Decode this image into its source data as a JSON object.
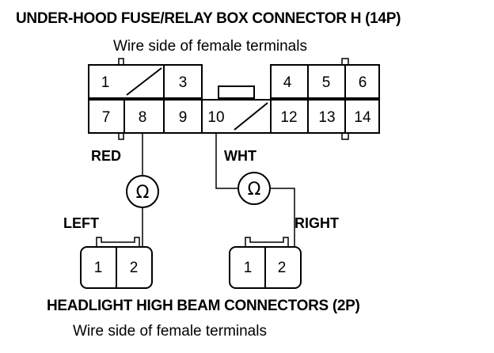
{
  "header": {
    "title": "UNDER-HOOD FUSE/RELAY BOX CONNECTOR H (14P)",
    "subtitle": "Wire side of female terminals"
  },
  "connector_h": {
    "top_row": [
      "1",
      "3",
      "4",
      "5",
      "6"
    ],
    "bottom_row": [
      "7",
      "8",
      "9",
      "10",
      "12",
      "13",
      "14"
    ]
  },
  "wires": {
    "red": "RED",
    "wht": "WHT"
  },
  "meters": {
    "symbol": "Ω"
  },
  "headlights": {
    "left_label": "LEFT",
    "right_label": "RIGHT",
    "left_pins": [
      "1",
      "2"
    ],
    "right_pins": [
      "1",
      "2"
    ]
  },
  "footer": {
    "title": "HEADLIGHT HIGH BEAM CONNECTORS (2P)",
    "subtitle": "Wire side of female terminals"
  }
}
